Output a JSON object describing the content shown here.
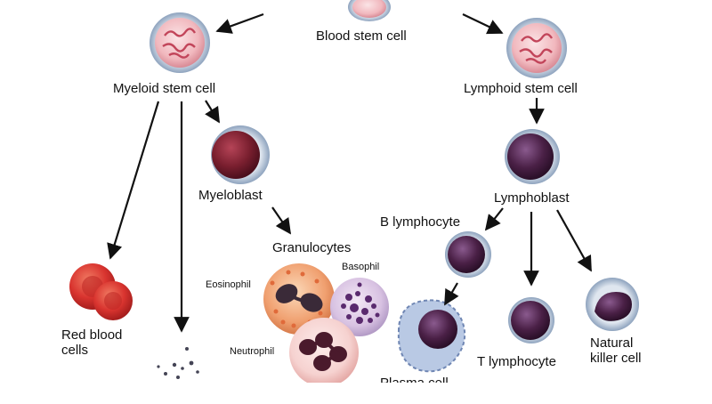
{
  "labels": {
    "blood_stem_cell": "Blood stem cell",
    "myeloid_stem_cell": "Myeloid stem cell",
    "lymphoid_stem_cell": "Lymphoid stem cell",
    "myeloblast": "Myeloblast",
    "lymphoblast": "Lymphoblast",
    "granulocytes": "Granulocytes",
    "eosinophil": "Eosinophil",
    "basophil": "Basophil",
    "neutrophil": "Neutrophil",
    "b_lymphocyte": "B lymphocyte",
    "red_blood_cells_line1": "Red blood",
    "red_blood_cells_line2": "cells",
    "t_lymphocyte": "T lymphocyte",
    "natural_killer_line1": "Natural",
    "natural_killer_line2": "killer cell",
    "plasma_cell": "Plasma cell"
  },
  "colors": {
    "background": "#ffffff",
    "text": "#111111",
    "arrow": "#111111",
    "stem_fill": "#f3c3c8",
    "stem_ring": "#9fb3cc",
    "nucleus": "#7a1f2f",
    "rbc": "#d9342f",
    "eosinophil": "#f0a070",
    "basophil": "#d8c2e2",
    "neutrophil": "#f6d2d0"
  }
}
